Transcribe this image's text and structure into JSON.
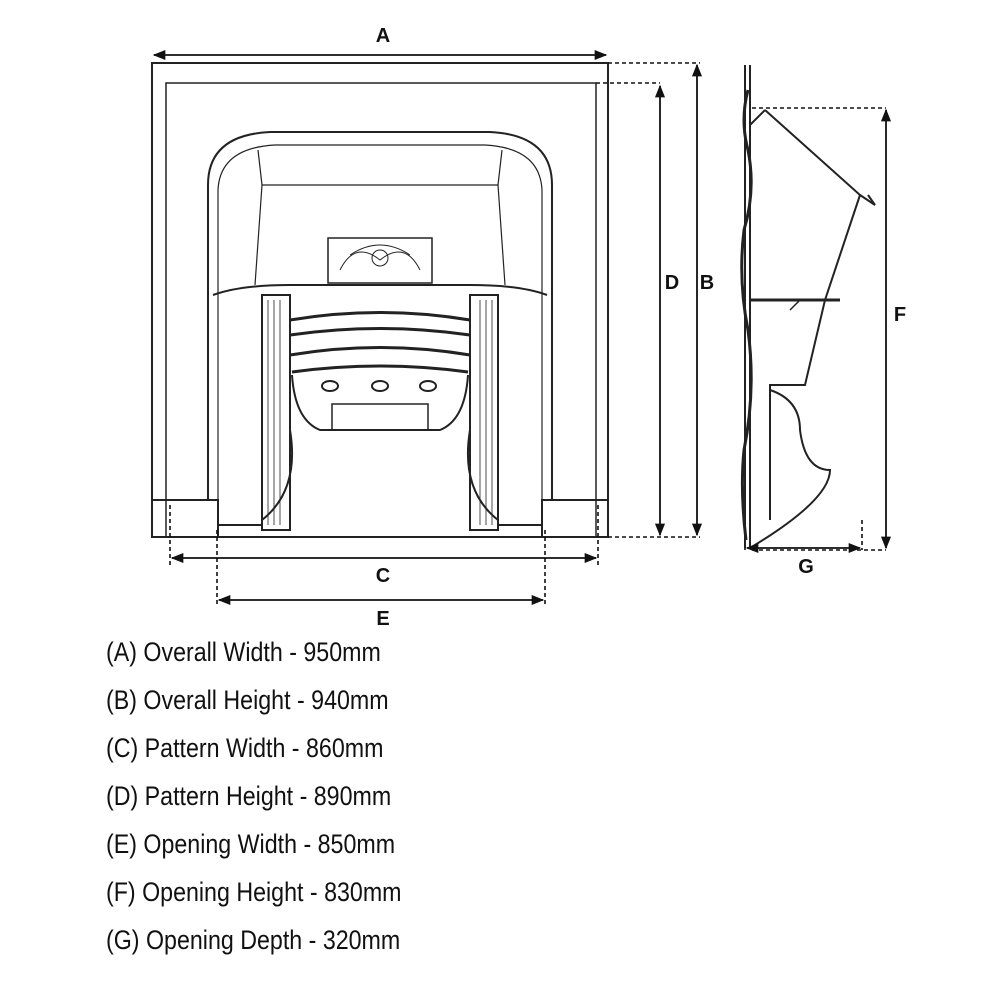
{
  "labels": {
    "a": "A",
    "b": "B",
    "c": "C",
    "d": "D",
    "e": "E",
    "f": "F",
    "g": "G"
  },
  "specs": [
    "(A) Overall Width - 950mm",
    "(B) Overall Height - 940mm",
    "(C) Pattern Width - 860mm",
    "(D) Pattern Height - 890mm",
    "(E) Opening Width - 850mm",
    "(F) Opening Height - 830mm",
    "(G) Opening Depth - 320mm"
  ]
}
